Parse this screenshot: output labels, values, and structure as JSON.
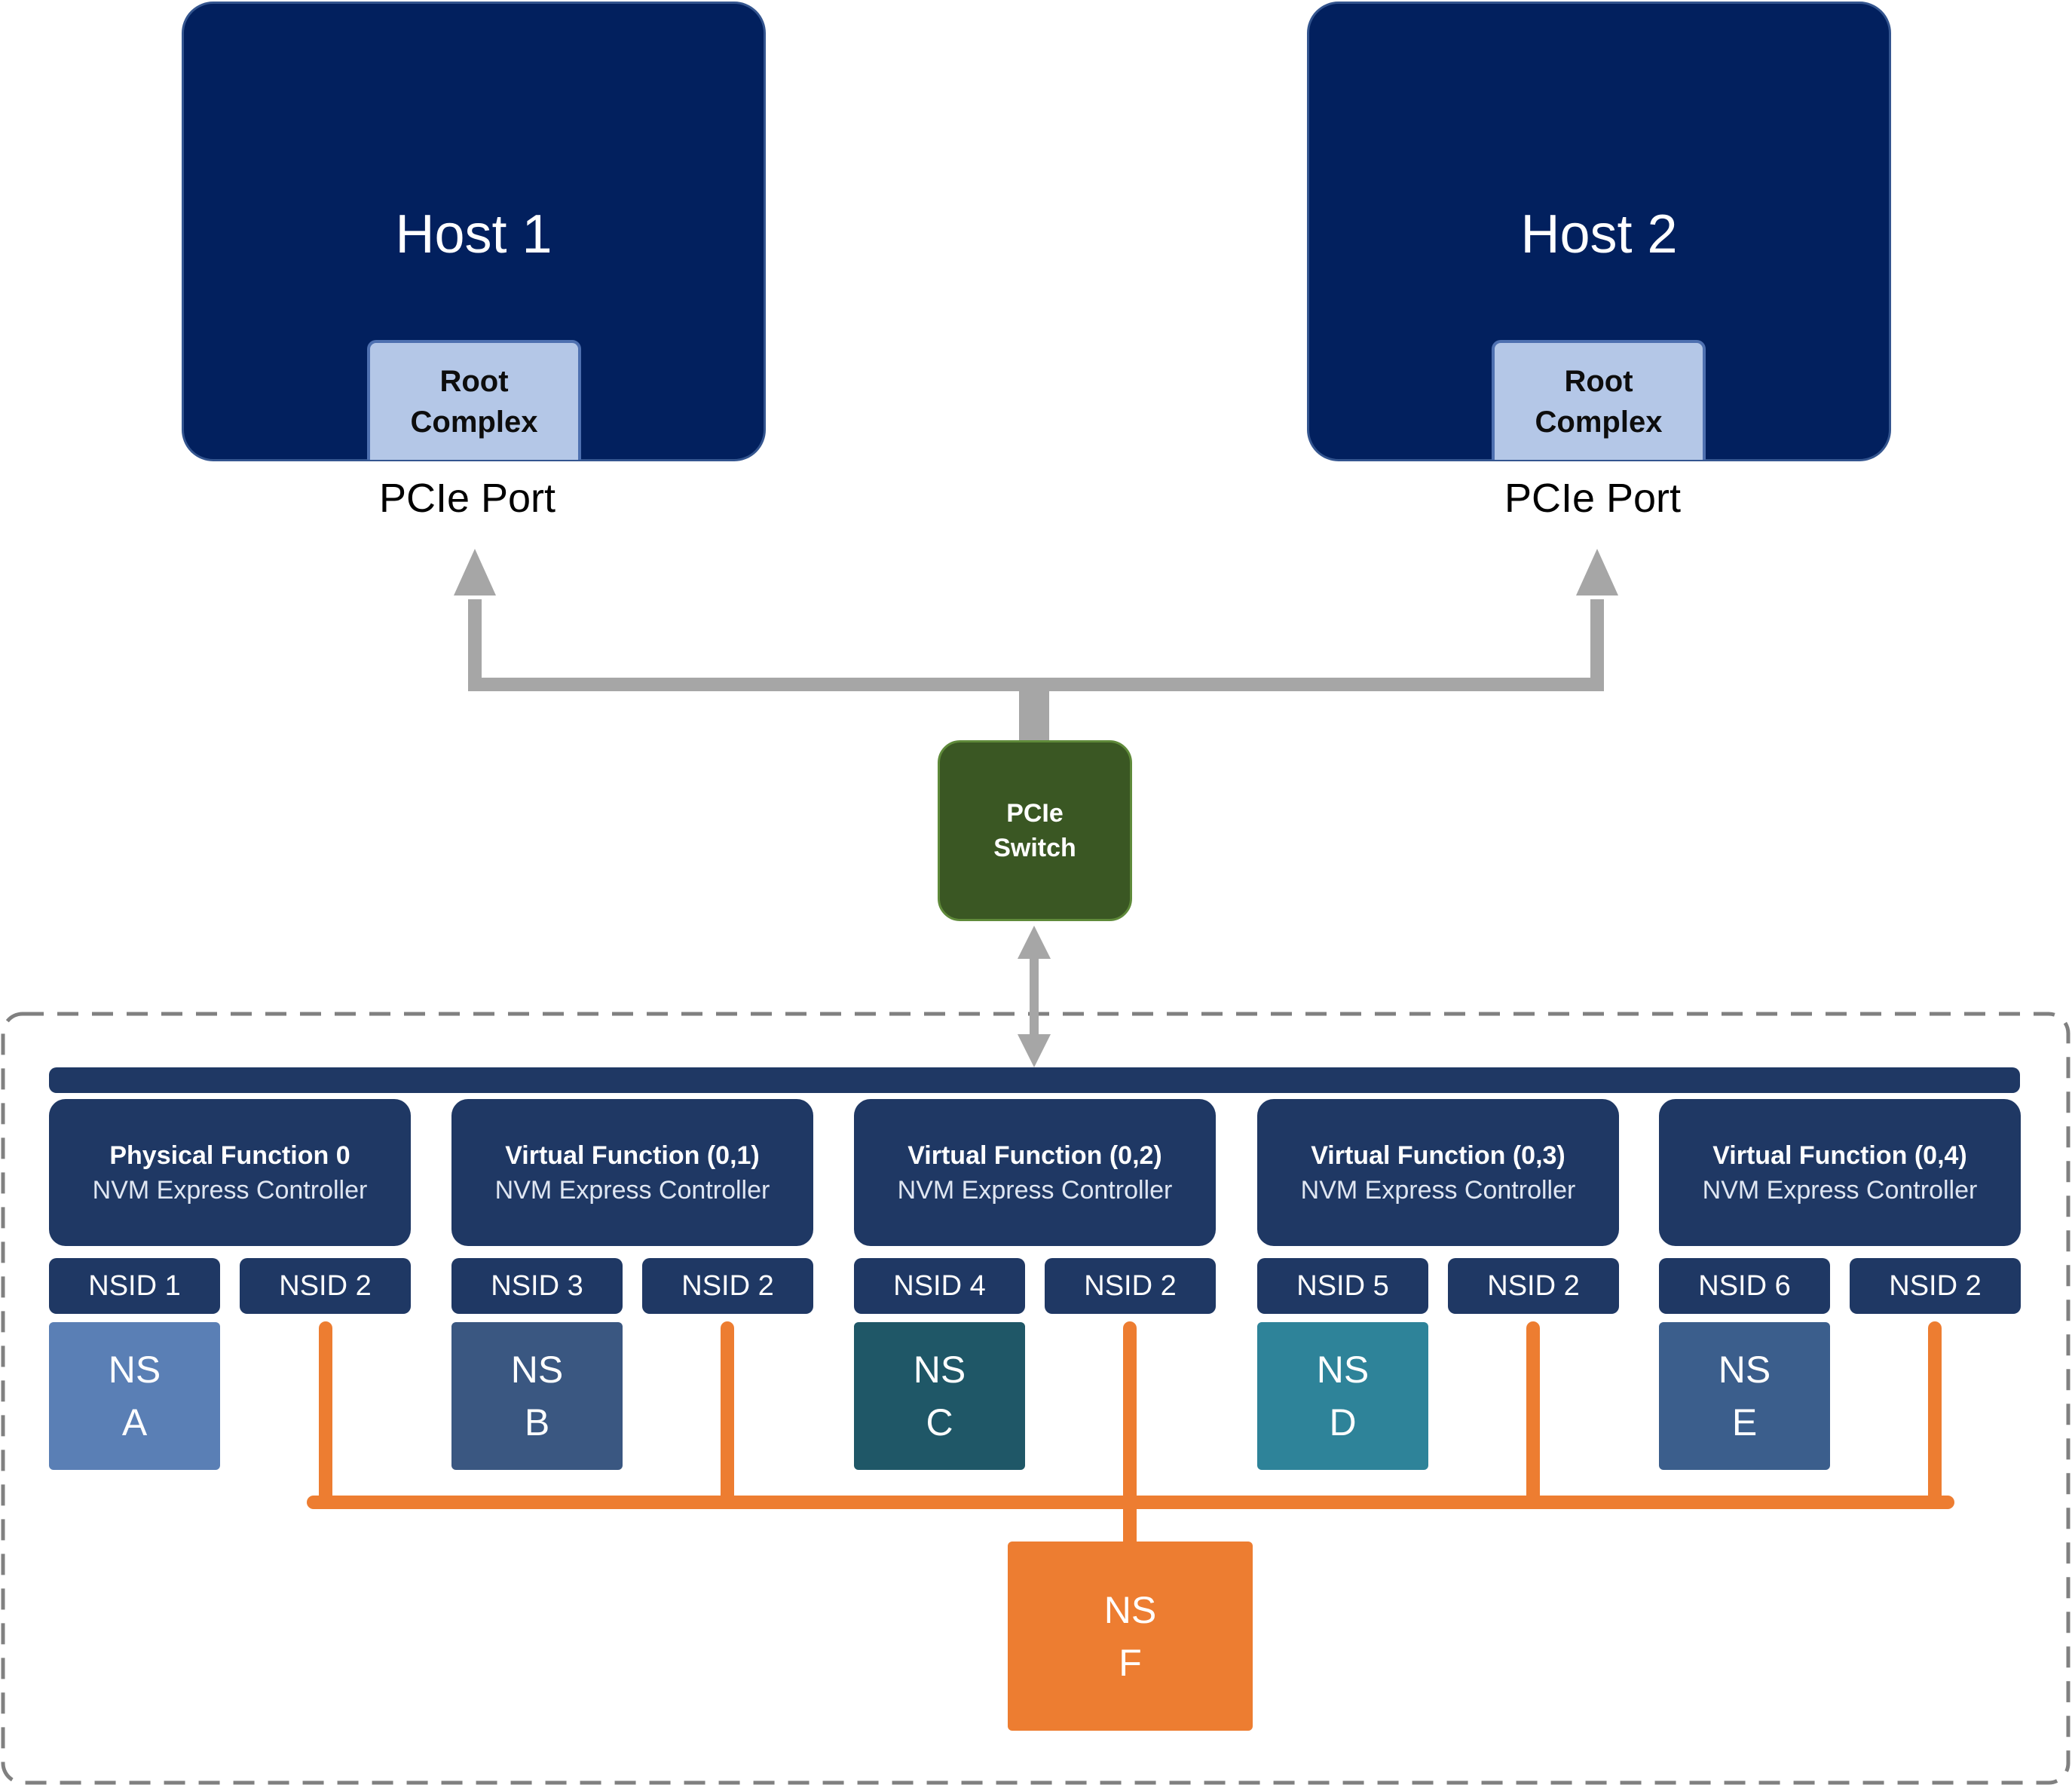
{
  "hosts": [
    {
      "title": "Host 1",
      "root_complex": [
        "Root",
        "Complex"
      ],
      "port_label": "PCIe Port"
    },
    {
      "title": "Host 2",
      "root_complex": [
        "Root",
        "Complex"
      ],
      "port_label": "PCIe Port"
    }
  ],
  "switch": {
    "lines": [
      "PCIe",
      "Switch"
    ]
  },
  "controllers": [
    {
      "function": "Physical Function 0",
      "type": "NVM Express Controller",
      "nsid_private": "NSID 1",
      "nsid_shared": "NSID 2",
      "ns": [
        "NS",
        "A"
      ],
      "ns_color": "#5a7fb5"
    },
    {
      "function": "Virtual Function (0,1)",
      "type": "NVM Express Controller",
      "nsid_private": "NSID 3",
      "nsid_shared": "NSID 2",
      "ns": [
        "NS",
        "B"
      ],
      "ns_color": "#3a5781"
    },
    {
      "function": "Virtual Function (0,2)",
      "type": "NVM Express Controller",
      "nsid_private": "NSID 4",
      "nsid_shared": "NSID 2",
      "ns": [
        "NS",
        "C"
      ],
      "ns_color": "#1f5767"
    },
    {
      "function": "Virtual Function (0,3)",
      "type": "NVM Express Controller",
      "nsid_private": "NSID 5",
      "nsid_shared": "NSID 2",
      "ns": [
        "NS",
        "D"
      ],
      "ns_color": "#2e8399"
    },
    {
      "function": "Virtual Function (0,4)",
      "type": "NVM Express Controller",
      "nsid_private": "NSID 6",
      "nsid_shared": "NSID 2",
      "ns": [
        "NS",
        "E"
      ],
      "ns_color": "#3b5e8c"
    }
  ],
  "shared_ns": {
    "lines": [
      "NS",
      "F"
    ]
  },
  "colors": {
    "host": "#02205e",
    "root_complex": "#b4c7e7",
    "switch": "#3a5723",
    "controller": "#1f3864",
    "shared": "#ed7d31",
    "connector": "#a6a6a6",
    "boundary": "#808080"
  }
}
